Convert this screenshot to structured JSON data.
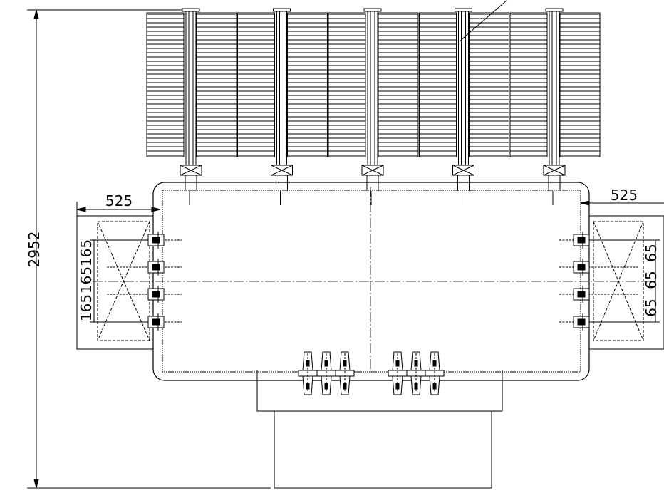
{
  "drawing": {
    "title": "",
    "dimensions": {
      "overall_height": "2952",
      "left_offset": "525",
      "right_offset": "525",
      "left_pitch": [
        "165",
        "165",
        "165"
      ],
      "right_pitch": [
        "65",
        "65",
        "65"
      ]
    },
    "components": {
      "radiator_count": 5,
      "lv_bushing_count": 6,
      "side_bushing_rows": 4
    },
    "colors": {
      "line": "#000000",
      "background": "#ffffff"
    }
  }
}
